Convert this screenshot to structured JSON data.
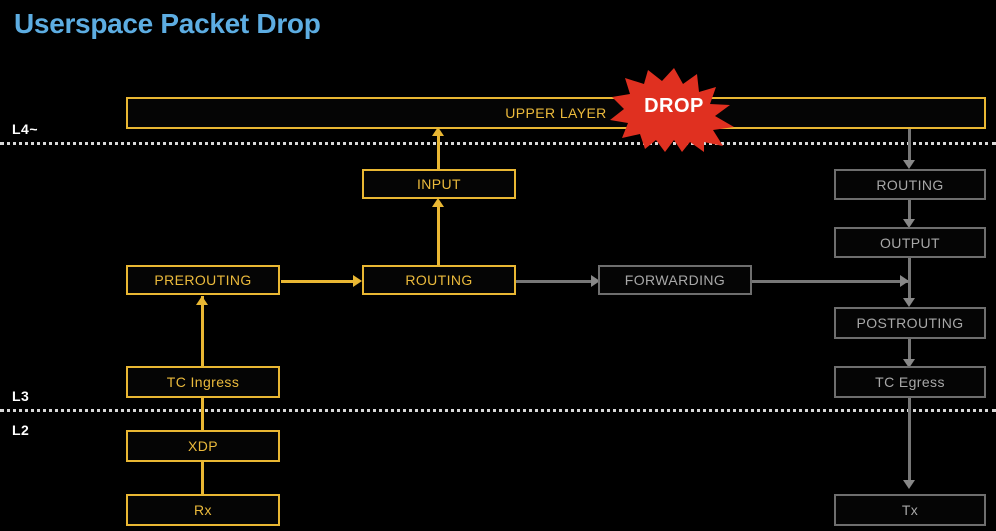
{
  "page": {
    "title": "Userspace Packet Drop",
    "title_color": "#5DADE2",
    "background": "#000000"
  },
  "layers": [
    {
      "label": "L4~"
    },
    {
      "label": "L3"
    },
    {
      "label": "L2"
    }
  ],
  "colors": {
    "active_border": "#E9B733",
    "active_text": "#EBBA3C",
    "inactive_border": "#6E6E6E",
    "inactive_text": "#A8A8A8",
    "drop_red": "#E03020",
    "drop_text": "#FFFFFF",
    "separator": "#D8D8D8"
  },
  "nodes": {
    "upper_layer": {
      "label": "UPPER LAYER",
      "state": "active"
    },
    "input": {
      "label": "INPUT",
      "state": "active"
    },
    "prerouting": {
      "label": "PREROUTING",
      "state": "active"
    },
    "routing_left": {
      "label": "ROUTING",
      "state": "active"
    },
    "forwarding": {
      "label": "FORWARDING",
      "state": "inactive"
    },
    "tc_ingress": {
      "label": "TC Ingress",
      "state": "active"
    },
    "xdp": {
      "label": "XDP",
      "state": "active"
    },
    "rx": {
      "label": "Rx",
      "state": "active"
    },
    "routing_right": {
      "label": "ROUTING",
      "state": "inactive"
    },
    "output": {
      "label": "OUTPUT",
      "state": "inactive"
    },
    "postrouting": {
      "label": "POSTROUTING",
      "state": "inactive"
    },
    "tc_egress": {
      "label": "TC Egress",
      "state": "inactive"
    },
    "tx": {
      "label": "Tx",
      "state": "inactive"
    }
  },
  "annotation": {
    "drop_badge": "DROP"
  }
}
